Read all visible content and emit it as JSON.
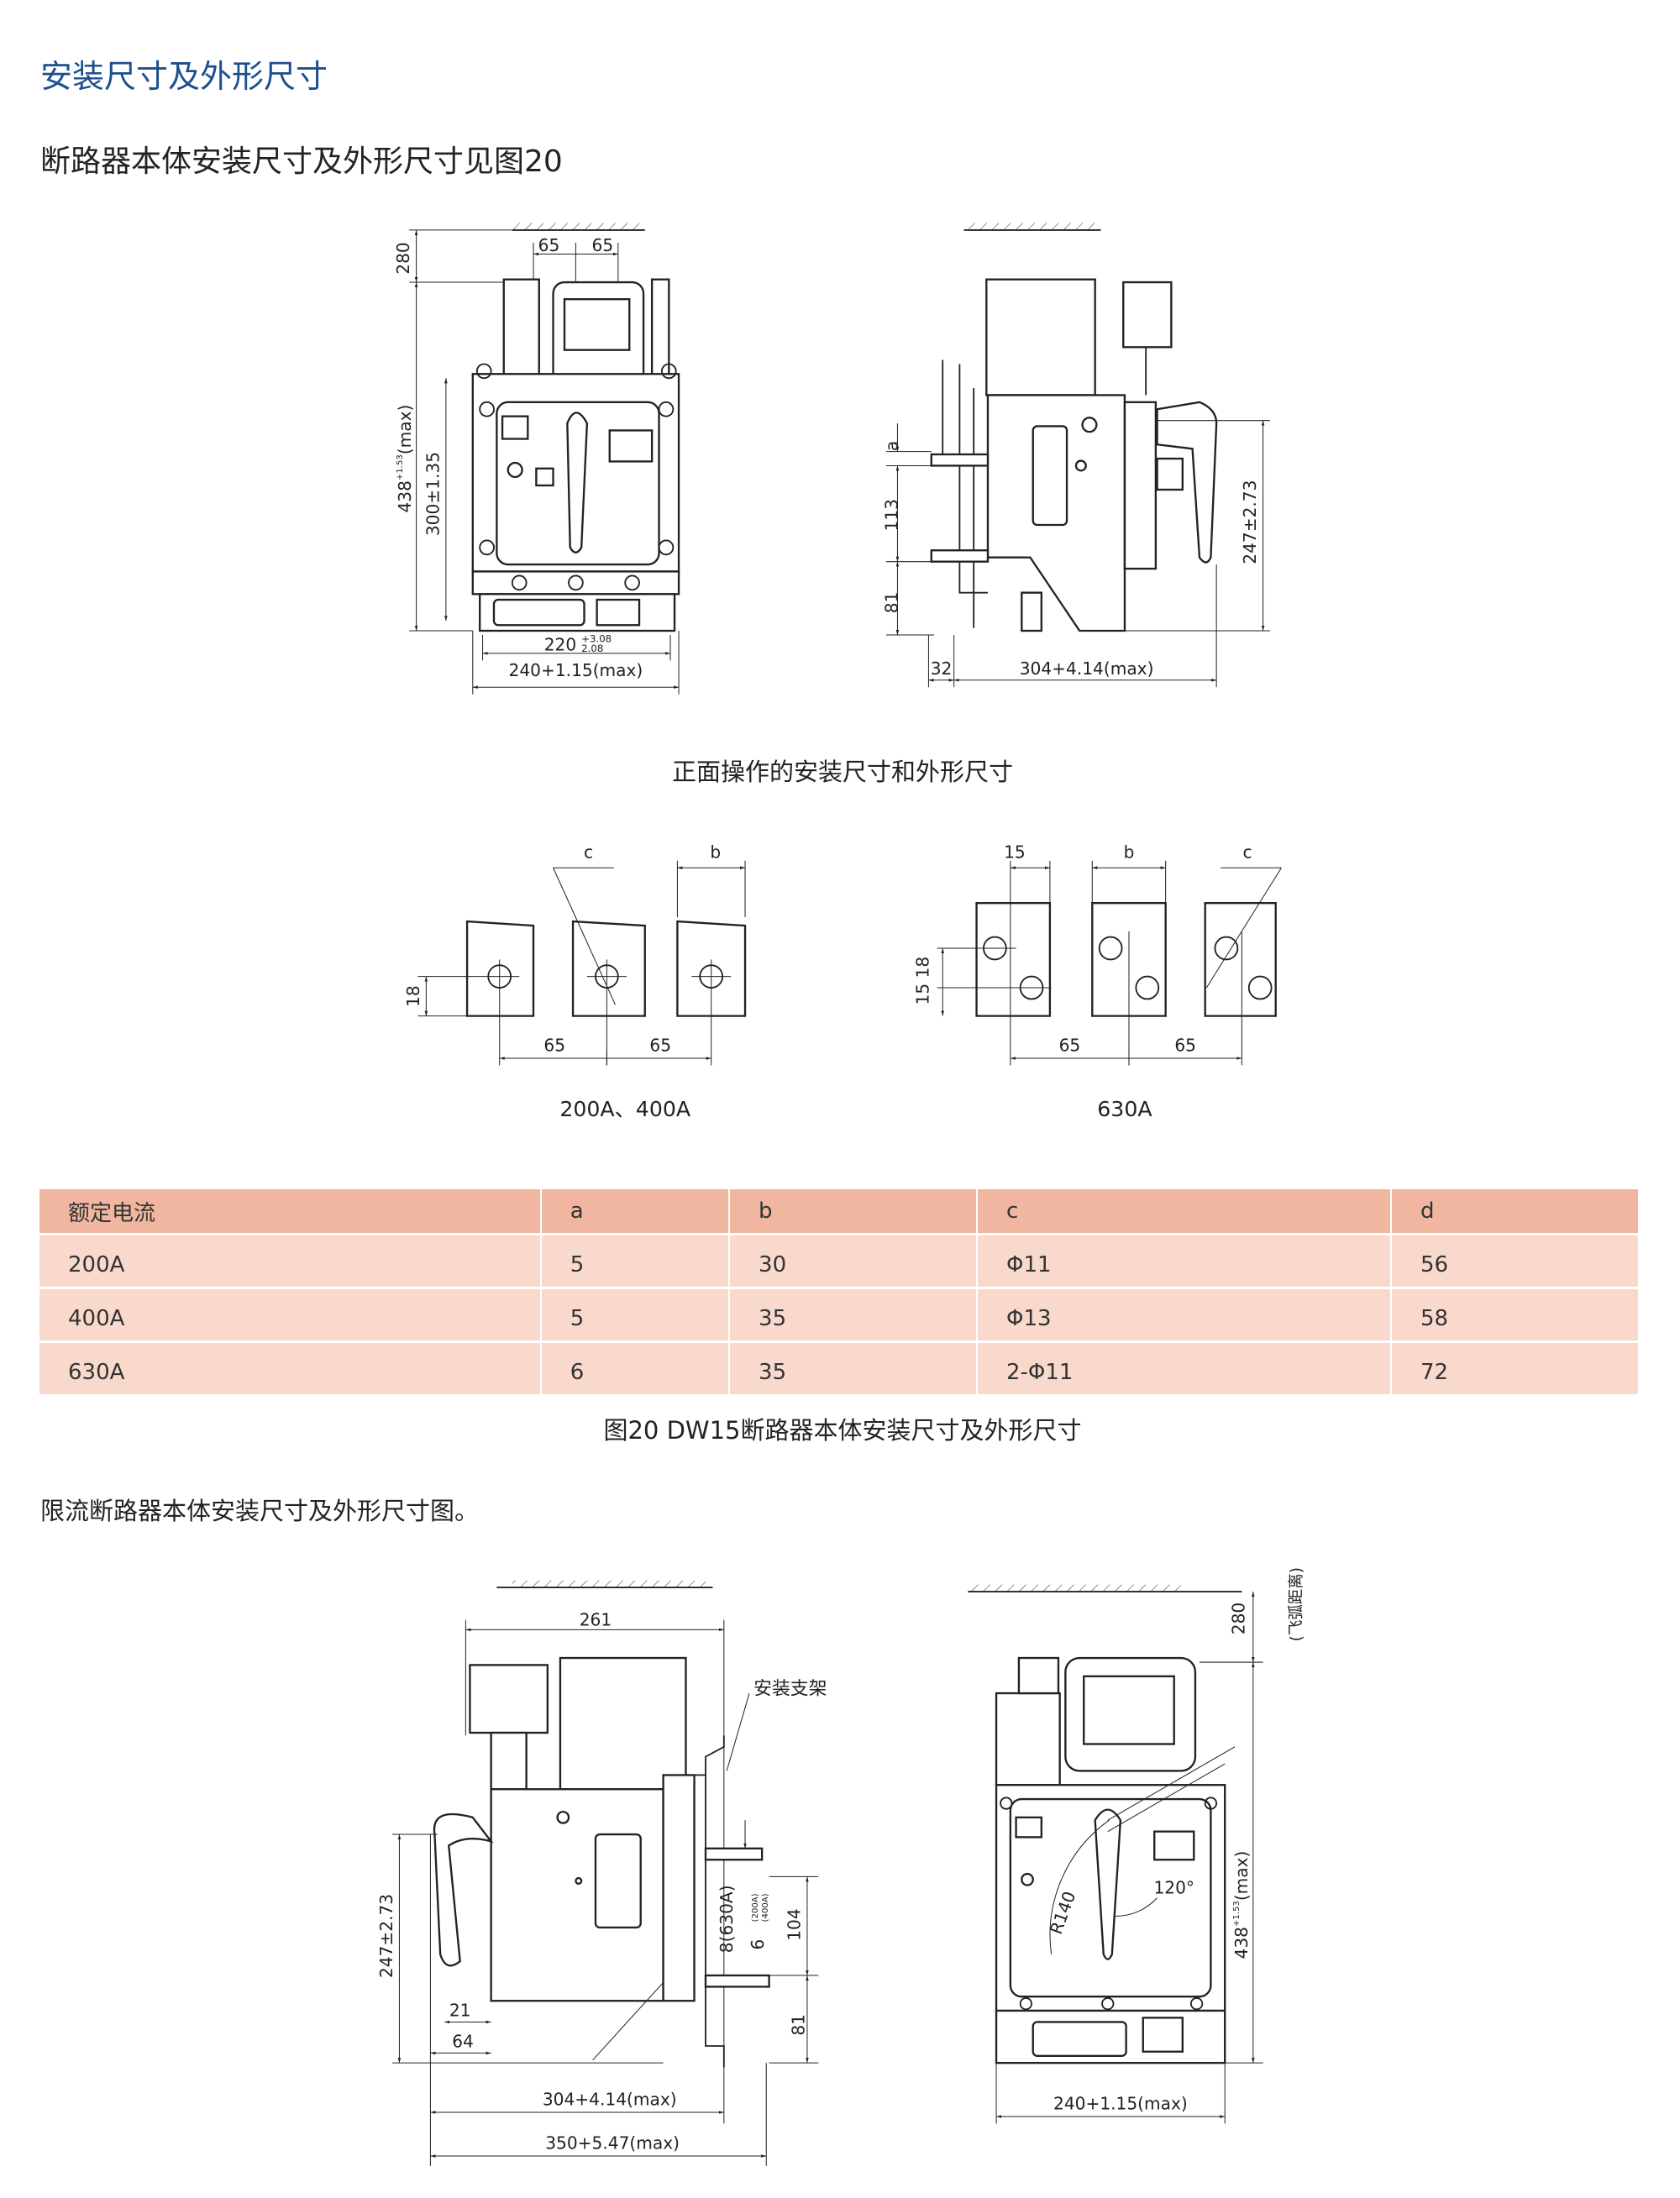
{
  "header": {
    "title": "安装尺寸及外形尺寸",
    "subtitle": "断路器本体安装尺寸及外形尺寸见图20"
  },
  "front_view": {
    "d280": "280",
    "d65a": "65",
    "d65b": "65",
    "d438": "438",
    "d438_tol": "+1.53",
    "d438_max": "(max)",
    "d300": "300±1.35",
    "d220": "220",
    "d220_up": "+3.08",
    "d220_low": "2.08",
    "d240": "240+1.15(max)"
  },
  "side_view": {
    "a": "a",
    "d113": "113",
    "d81": "81",
    "d32": "32",
    "d304": "304+4.14(max)",
    "d247": "247±2.73"
  },
  "caption_front": "正面操作的安装尺寸和外形尺寸",
  "terminals_small": {
    "c": "c",
    "b": "b",
    "d18": "18",
    "d65a": "65",
    "d65b": "65",
    "label": "200A、400A"
  },
  "terminals_630": {
    "d15": "15",
    "b": "b",
    "c": "c",
    "d15_18": "15 18",
    "d65a": "65",
    "d65b": "65",
    "label": "630A"
  },
  "table": {
    "headers": [
      "额定电流",
      "a",
      "b",
      "c",
      "d"
    ],
    "rows": [
      [
        "200A",
        "5",
        "30",
        "Φ11",
        "56"
      ],
      [
        "400A",
        "5",
        "35",
        "Φ13",
        "58"
      ],
      [
        "630A",
        "6",
        "35",
        "2-Φ11",
        "72"
      ]
    ],
    "header_color": "#f0b6a0",
    "row_color": "#f8d9cc"
  },
  "figure_caption": "图20  DW15断路器本体安装尺寸及外形尺寸",
  "section2_title": "限流断路器本体安装尺寸及外形尺寸图。",
  "limit_side": {
    "d261": "261",
    "bracket": "安装支架",
    "d247": "247±2.73",
    "d21": "21",
    "d64": "64",
    "d8": "8(630A)",
    "d6": "6",
    "d6_note1": "(200A)",
    "d6_note2": "(400A)",
    "d104": "104",
    "d81": "81",
    "d304": "304+4.14(max)",
    "d350": "350+5.47(max)"
  },
  "limit_front": {
    "d280": "280",
    "arc": "(飞弧距离)",
    "r140": "R140",
    "angle": "120°",
    "d438": "438",
    "d438_tol": "+1.53",
    "d438_max": "(max)",
    "d240": "240+1.15(max)"
  },
  "colors": {
    "title": "#1c4f8f"
  }
}
